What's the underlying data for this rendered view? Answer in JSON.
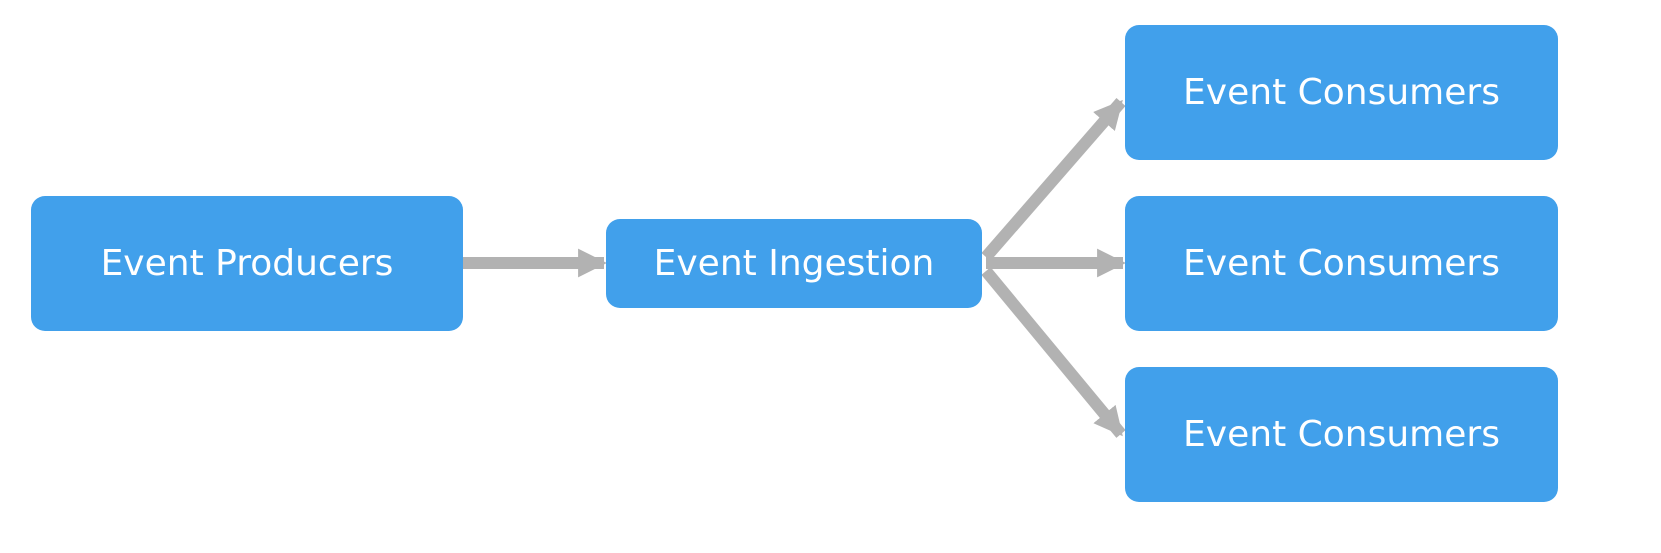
{
  "colors": {
    "node_fill": "#41a0eb",
    "node_text": "#ffffff",
    "arrow": "#b2b2b2",
    "background": "#ffffff"
  },
  "nodes": {
    "producers": {
      "label": "Event Producers"
    },
    "ingestion": {
      "label": "Event Ingestion"
    },
    "consumers": [
      {
        "label": "Event Consumers"
      },
      {
        "label": "Event Consumers"
      },
      {
        "label": "Event Consumers"
      }
    ]
  },
  "edges": [
    {
      "from": "producers",
      "to": "ingestion"
    },
    {
      "from": "ingestion",
      "to": "consumers.0"
    },
    {
      "from": "ingestion",
      "to": "consumers.1"
    },
    {
      "from": "ingestion",
      "to": "consumers.2"
    }
  ]
}
